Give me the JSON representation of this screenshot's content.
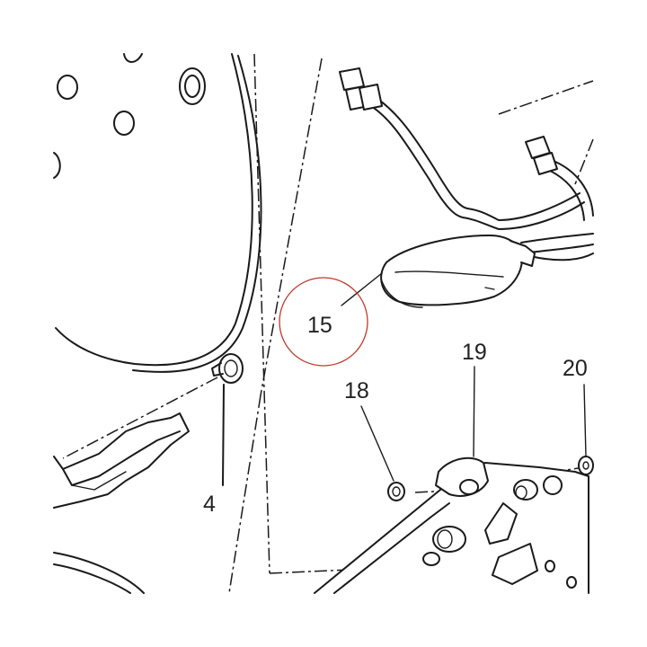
{
  "callouts": [
    {
      "id": "c15",
      "label": "15",
      "highlighted": true
    },
    {
      "id": "c19",
      "label": "19"
    },
    {
      "id": "c18",
      "label": "18"
    },
    {
      "id": "c20",
      "label": "20"
    },
    {
      "id": "c4",
      "label": "4"
    }
  ],
  "colors": {
    "line": "#1a1a1a",
    "highlight_circle": "#c0392b",
    "background": "#ffffff"
  }
}
